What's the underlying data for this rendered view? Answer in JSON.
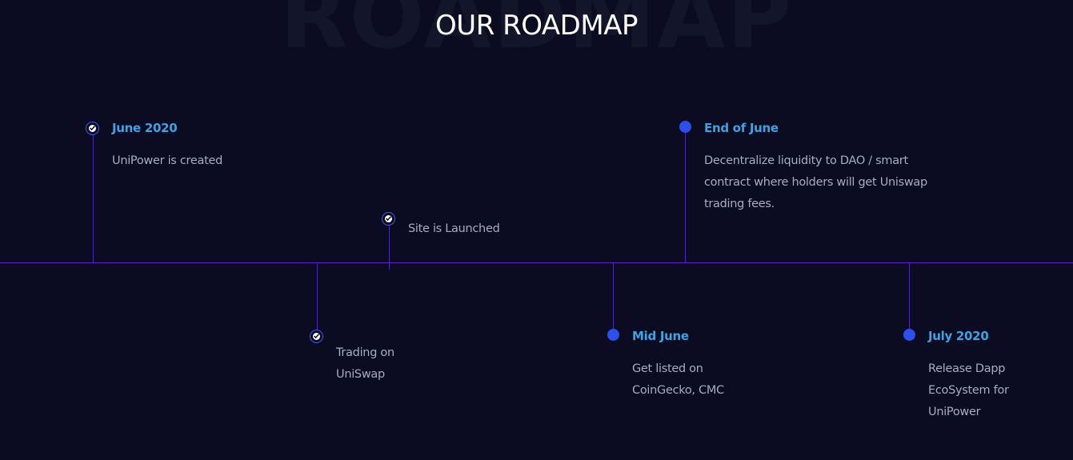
{
  "header": {
    "background_word": "ROADMAP",
    "title": "OUR ROADMAP"
  },
  "colors": {
    "background": "#0b0b21",
    "timeline_line": "#5a23c8",
    "milestone_title": "#3ca3e3",
    "milestone_text": "#a7abc4",
    "marker_blue": "#2d4ff0"
  },
  "milestones": [
    {
      "title": "June 2020",
      "description": "UniPower is created",
      "status": "completed",
      "icon": "check-circle-icon"
    },
    {
      "title": "",
      "description": "Trading on UniSwap",
      "status": "completed",
      "icon": "check-circle-icon"
    },
    {
      "title": "",
      "description": "Site is Launched",
      "status": "completed",
      "icon": "check-circle-icon"
    },
    {
      "title": "Mid June",
      "description": "Get listed on CoinGecko, CMC",
      "status": "upcoming",
      "icon": "dot-icon"
    },
    {
      "title": "End of June",
      "description": "Decentralize liquidity to DAO / smart contract where holders will get Uniswap trading fees.",
      "status": "upcoming",
      "icon": "dot-icon"
    },
    {
      "title": "July 2020",
      "description": "Release Dapp EcoSystem for UniPower",
      "status": "upcoming",
      "icon": "dot-icon"
    }
  ]
}
